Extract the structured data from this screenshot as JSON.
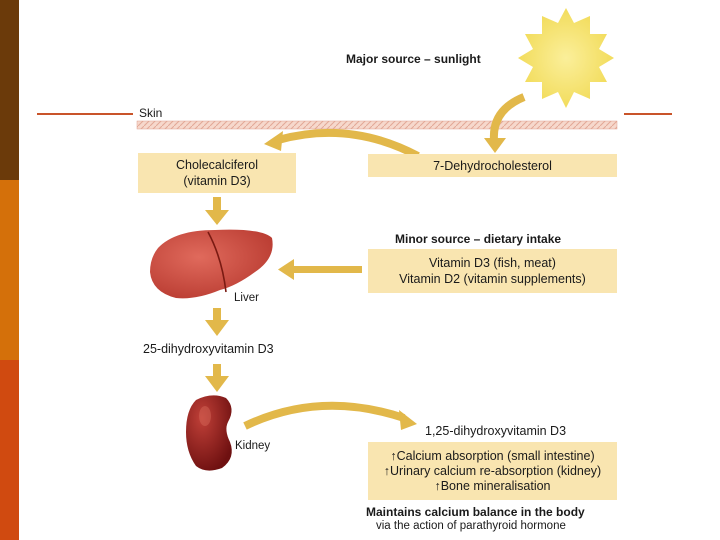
{
  "sun": {
    "label": "Major source – sunlight"
  },
  "skin": {
    "label": "Skin"
  },
  "chole": {
    "line1": "Cholecalciferol",
    "line2": "(vitamin D3)"
  },
  "dehydro": {
    "label": "7-Dehydrocholesterol"
  },
  "dietary": {
    "title": "Minor source – dietary intake",
    "line1": "Vitamin D3 (fish, meat)",
    "line2": "Vitamin D2 (vitamin supplements)"
  },
  "liver": {
    "label": "Liver"
  },
  "hydroxy25": {
    "label": "25-dihydroxyvitamin D3"
  },
  "kidney": {
    "label": "Kidney"
  },
  "hydroxy125": {
    "label": "1,25-dihydroxyvitamin D3"
  },
  "effects": {
    "items": [
      "Calcium absorption (small intestine)",
      "Urinary calcium re-absorption (kidney)",
      "Bone mineralisation"
    ]
  },
  "balance": {
    "title": "Maintains calcium balance in the body",
    "subtitle": "via the action of parathyroid hormone"
  },
  "colors": {
    "box_fill": "#f9e5b0",
    "arrow": "#e2b84a",
    "liver": "#c9453a",
    "kidney": "#8c1a18",
    "sun": "#f5e070"
  }
}
